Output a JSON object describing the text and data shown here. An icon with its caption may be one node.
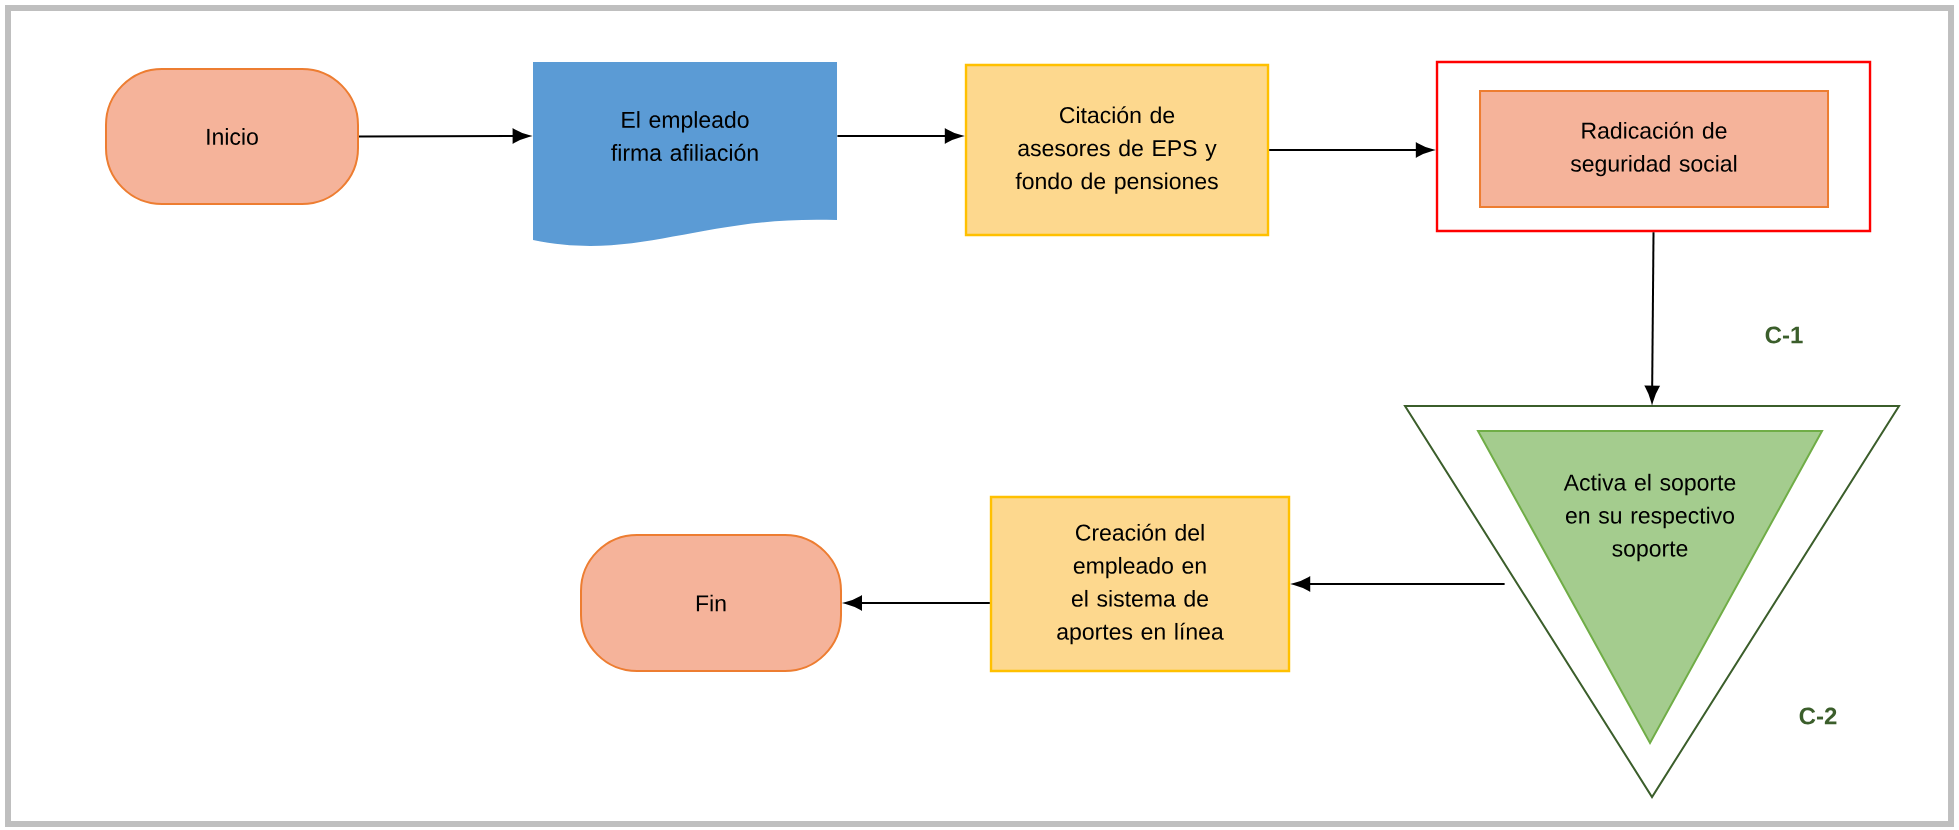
{
  "diagram": {
    "nodes": [
      {
        "text": [
          "Inicio"
        ]
      },
      {
        "text": [
          "El empleado firma afiliación"
        ]
      },
      {
        "text": [
          "Citación de asesores de EPS y fondo de pensiones"
        ]
      },
      {
        "text": [],
        "shape": "box"
      },
      {
        "text": [
          "Radicación de seguridad social"
        ],
        "in": 3
      },
      {
        "text": [],
        "shape": "triangle"
      },
      {
        "text": [
          "Activa el soporte en su respectivo soporte"
        ],
        "in": 5
      },
      {
        "text": [
          "Creación del empleado en el sistema de aportes en línea"
        ]
      },
      {
        "text": [
          "Fin"
        ]
      }
    ],
    "edges": [
      {
        "from": 0,
        "to": 1,
        "arrow": "to"
      },
      {
        "from": 1,
        "to": 2,
        "arrow": "to"
      },
      {
        "from": 2,
        "to": 3,
        "arrow": "to"
      },
      {
        "from": 3,
        "to": 5,
        "arrow": "to"
      },
      {
        "from": 5,
        "to": 7,
        "arrow": "to"
      },
      {
        "from": 7,
        "to": 8,
        "arrow": "to"
      }
    ],
    "labels": [
      "C-1",
      "C-2"
    ]
  }
}
